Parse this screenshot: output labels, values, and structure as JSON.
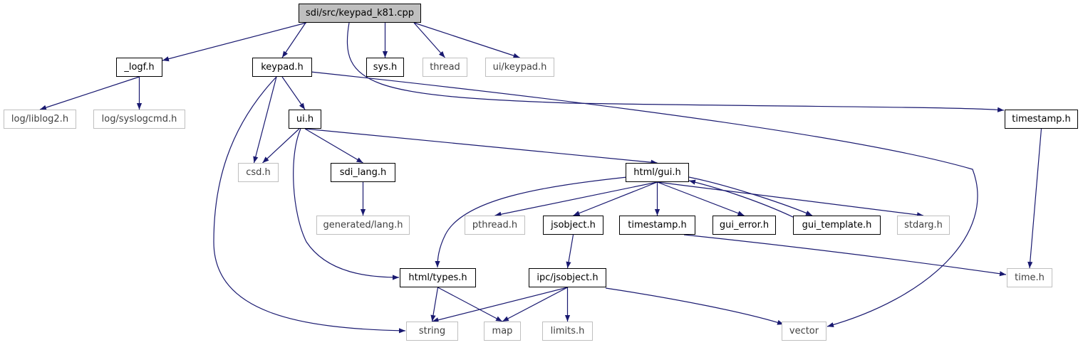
{
  "diagram": {
    "colors": {
      "edge": "#191970",
      "project_border": "#000000",
      "external_border": "#bfbfbf",
      "root_fill": "#bfbfbf"
    },
    "nodes": [
      {
        "id": "root",
        "label": "sdi/src/keypad_k81.cpp",
        "kind": "root"
      },
      {
        "id": "logf",
        "label": "_logf.h",
        "kind": "project"
      },
      {
        "id": "keypad",
        "label": "keypad.h",
        "kind": "project"
      },
      {
        "id": "sys",
        "label": "sys.h",
        "kind": "project"
      },
      {
        "id": "thread",
        "label": "thread",
        "kind": "external"
      },
      {
        "id": "uikeypad",
        "label": "ui/keypad.h",
        "kind": "external"
      },
      {
        "id": "liblog2",
        "label": "log/liblog2.h",
        "kind": "external"
      },
      {
        "id": "syslogcmd",
        "label": "log/syslogcmd.h",
        "kind": "external"
      },
      {
        "id": "uih",
        "label": "ui.h",
        "kind": "project"
      },
      {
        "id": "timestamp1",
        "label": "timestamp.h",
        "kind": "project"
      },
      {
        "id": "csd",
        "label": "csd.h",
        "kind": "external"
      },
      {
        "id": "sdilang",
        "label": "sdi_lang.h",
        "kind": "project"
      },
      {
        "id": "htmlgui",
        "label": "html/gui.h",
        "kind": "project"
      },
      {
        "id": "genlang",
        "label": "generated/lang.h",
        "kind": "external"
      },
      {
        "id": "pthread",
        "label": "pthread.h",
        "kind": "external"
      },
      {
        "id": "jsobject",
        "label": "jsobject.h",
        "kind": "project"
      },
      {
        "id": "timestamp2",
        "label": "timestamp.h",
        "kind": "project"
      },
      {
        "id": "guierror",
        "label": "gui_error.h",
        "kind": "project"
      },
      {
        "id": "guitemplate",
        "label": "gui_template.h",
        "kind": "project"
      },
      {
        "id": "stdarg",
        "label": "stdarg.h",
        "kind": "external"
      },
      {
        "id": "htmltypes",
        "label": "html/types.h",
        "kind": "project"
      },
      {
        "id": "ipcjsobject",
        "label": "ipc/jsobject.h",
        "kind": "project"
      },
      {
        "id": "timeh",
        "label": "time.h",
        "kind": "external"
      },
      {
        "id": "string",
        "label": "string",
        "kind": "external"
      },
      {
        "id": "map",
        "label": "map",
        "kind": "external"
      },
      {
        "id": "limits",
        "label": "limits.h",
        "kind": "external"
      },
      {
        "id": "vector",
        "label": "vector",
        "kind": "external"
      }
    ],
    "edges": [
      [
        "root",
        "logf"
      ],
      [
        "root",
        "keypad"
      ],
      [
        "root",
        "sys"
      ],
      [
        "root",
        "thread"
      ],
      [
        "root",
        "uikeypad"
      ],
      [
        "root",
        "timestamp1"
      ],
      [
        "logf",
        "liblog2"
      ],
      [
        "logf",
        "syslogcmd"
      ],
      [
        "keypad",
        "uih"
      ],
      [
        "keypad",
        "csd"
      ],
      [
        "keypad",
        "string"
      ],
      [
        "keypad",
        "vector"
      ],
      [
        "uih",
        "csd"
      ],
      [
        "uih",
        "sdilang"
      ],
      [
        "uih",
        "htmlgui"
      ],
      [
        "uih",
        "htmltypes"
      ],
      [
        "sdilang",
        "genlang"
      ],
      [
        "htmlgui",
        "htmltypes"
      ],
      [
        "htmlgui",
        "pthread"
      ],
      [
        "htmlgui",
        "jsobject"
      ],
      [
        "htmlgui",
        "timestamp2"
      ],
      [
        "htmlgui",
        "guierror"
      ],
      [
        "htmlgui",
        "guitemplate"
      ],
      [
        "htmlgui",
        "stdarg"
      ],
      [
        "guitemplate",
        "htmlgui"
      ],
      [
        "timestamp1",
        "timeh"
      ],
      [
        "timestamp2",
        "timeh"
      ],
      [
        "jsobject",
        "ipcjsobject"
      ],
      [
        "htmltypes",
        "string"
      ],
      [
        "htmltypes",
        "map"
      ],
      [
        "ipcjsobject",
        "string"
      ],
      [
        "ipcjsobject",
        "map"
      ],
      [
        "ipcjsobject",
        "limits"
      ],
      [
        "ipcjsobject",
        "vector"
      ]
    ]
  }
}
